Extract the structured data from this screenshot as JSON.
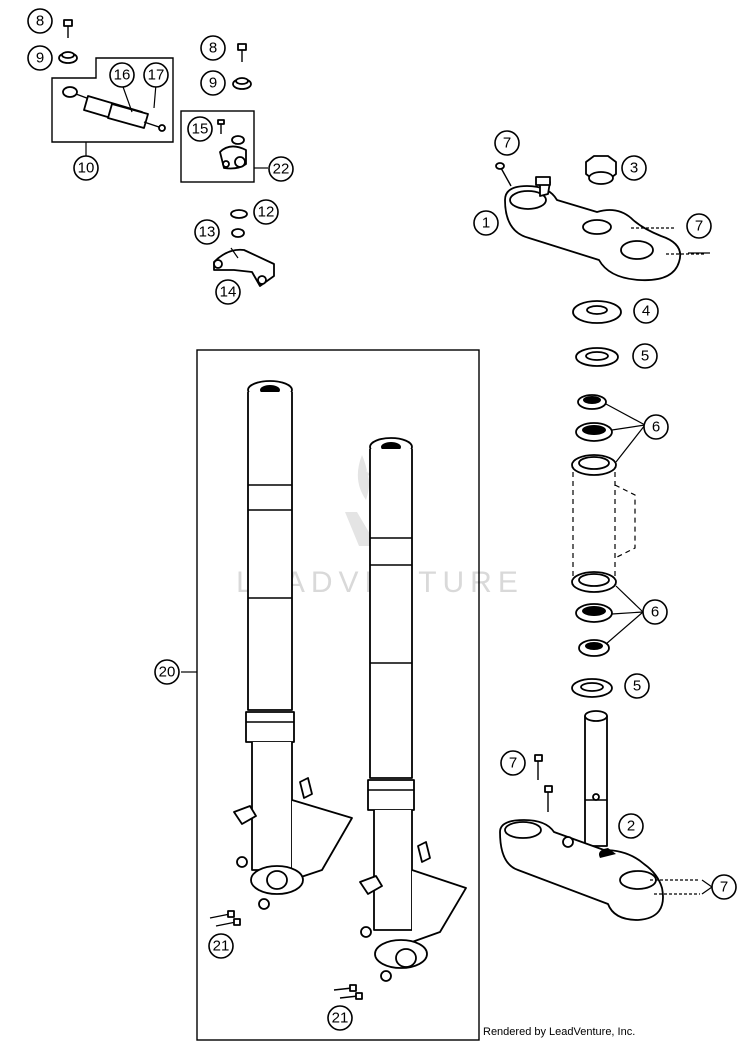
{
  "watermark": "LEADVENTURE",
  "credit": "Rendered by LeadVenture, Inc.",
  "callouts": {
    "c8a": "8",
    "c9a": "9",
    "c16": "16",
    "c17": "17",
    "c10": "10",
    "c8b": "8",
    "c9b": "9",
    "c15": "15",
    "c22": "22",
    "c12": "12",
    "c13": "13",
    "c14": "14",
    "c7a": "7",
    "c3": "3",
    "c1": "1",
    "c7b": "7",
    "c4": "4",
    "c5a": "5",
    "c6a": "6",
    "c6b": "6",
    "c5b": "5",
    "c7c": "7",
    "c2": "2",
    "c7d": "7",
    "c20": "20",
    "c21a": "21",
    "c21b": "21"
  }
}
